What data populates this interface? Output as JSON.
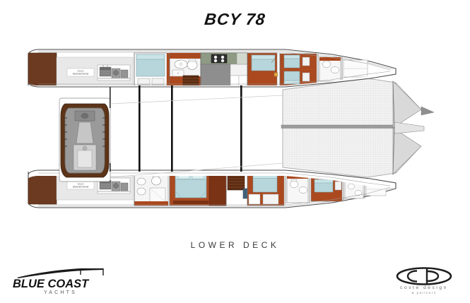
{
  "document": {
    "title": "BCY 78",
    "caption": "LOWER DECK"
  },
  "logos": {
    "builder": {
      "name": "BLUE COAST",
      "subtitle": "YACHTS",
      "mark": "hull-sheer-mark"
    },
    "designer": {
      "name": "coste design",
      "subtitle": "& partners",
      "mark": "cd-monogram-icon"
    }
  },
  "plan": {
    "vessel": "BCY 78",
    "deck": "LOWER DECK",
    "orientation": "plan-view-stern-left-bow-right",
    "labels": {
      "engine_room_port": "ENGINE ROOM",
      "engine_room_starboard": "ENGINE ROOM"
    },
    "colors": {
      "hull_outline": "#3a3a3a",
      "hull_fill": "#ffffff",
      "transom_wood": "#6b3a20",
      "sole_wood": "#ad4a1f",
      "sole_wood_dark": "#7a3314",
      "joinery_dark": "#5a2c14",
      "berth_fabric": "#b6d6db",
      "berth_fabric_dark": "#9cc6cd",
      "galley_counter": "#8f9a85",
      "deck_grey": "#8e8e8e",
      "light_grey": "#d8d8d8",
      "trampoline": "#eeeeee",
      "beam_black": "#111111",
      "tender_hull": "#5d3418",
      "tender_deck": "#9a9a9a"
    },
    "hulls": [
      {
        "id": "port-hull",
        "side": "port",
        "compartments": [
          {
            "name": "engine-room",
            "label": "ENGINE ROOM",
            "has_engine_graphic": true
          },
          {
            "name": "guest-cabin-aft",
            "berths": 1
          },
          {
            "name": "heads-aft",
            "fixtures": [
              "toilet",
              "basin",
              "shower"
            ]
          },
          {
            "name": "galley",
            "fixtures": [
              "stove",
              "sink",
              "worktop"
            ]
          },
          {
            "name": "companionway-stairs"
          },
          {
            "name": "guest-cabin-mid",
            "berths": 1
          },
          {
            "name": "guest-cabin-fwd",
            "berths": 2
          },
          {
            "name": "heads-fwd",
            "fixtures": [
              "toilet",
              "basin"
            ]
          },
          {
            "name": "crew-locker-fwd"
          }
        ]
      },
      {
        "id": "starboard-hull",
        "side": "starboard",
        "compartments": [
          {
            "name": "engine-room",
            "label": "ENGINE ROOM",
            "has_engine_graphic": true
          },
          {
            "name": "heads-master",
            "fixtures": [
              "toilet",
              "twin-basin",
              "shower"
            ]
          },
          {
            "name": "master-cabin",
            "berths": 1
          },
          {
            "name": "companionway-stairs"
          },
          {
            "name": "guest-cabin-mid",
            "berths": 1
          },
          {
            "name": "heads-mid",
            "fixtures": [
              "toilet",
              "basin"
            ]
          },
          {
            "name": "guest-cabin-fwd",
            "berths": 1
          },
          {
            "name": "heads-fwd",
            "fixtures": [
              "toilet",
              "basin"
            ]
          },
          {
            "name": "crew-locker-fwd"
          }
        ]
      }
    ],
    "features": [
      {
        "name": "tender-garage",
        "contents": "tender"
      },
      {
        "name": "trampoline-net"
      },
      {
        "name": "forward-crossbeam"
      },
      {
        "name": "bowsprit"
      },
      {
        "name": "mast-beam-aft"
      },
      {
        "name": "mast-beam-mid"
      },
      {
        "name": "mast-beam-fwd"
      }
    ]
  }
}
